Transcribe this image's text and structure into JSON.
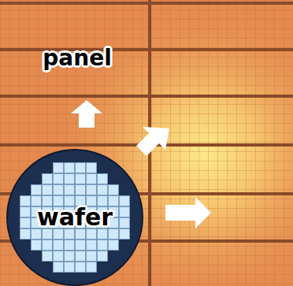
{
  "diagram": {
    "nodes": [
      {
        "text": [
          "panel"
        ]
      },
      {
        "text": [
          "wafer"
        ],
        "in": 0
      }
    ]
  }
}
